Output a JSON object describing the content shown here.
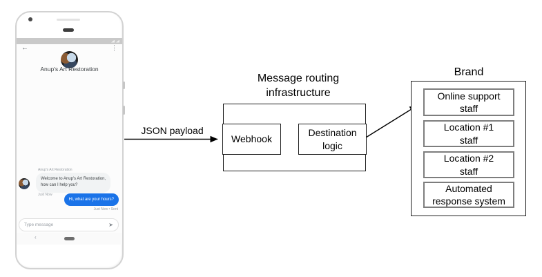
{
  "phone": {
    "chat": {
      "back_icon": "←",
      "menu_icon": "⋮",
      "title": "Anup's Art Restoration",
      "sender_label": "Anup's Art Restoration",
      "incoming_message": "Welcome to Anup's Art Restoration,\nhow can I help you?",
      "incoming_timestamp": "Just Now",
      "outgoing_message": "Hi, what are your hours?",
      "outgoing_status": "Just Now • Sent",
      "input_placeholder": "Type message",
      "send_icon": "➤",
      "nav_back_icon": "‹"
    }
  },
  "diagram": {
    "json_payload_label": "JSON payload",
    "routing": {
      "title": "Message routing\ninfrastructure",
      "webhook_label": "Webhook",
      "destination_label": "Destination\nlogic"
    },
    "brand": {
      "title": "Brand",
      "items": [
        "Online support\nstaff",
        "Location #1\nstaff",
        "Location #2\nstaff",
        "Automated\nresponse system"
      ]
    }
  },
  "colors": {
    "outgoing_bubble_blue": "#1a73e8",
    "incoming_bubble_gray": "#f1f3f4",
    "status_bar_gray": "#c9c9c9",
    "diagram_line_black": "#000000",
    "brand_item_border_gray": "#7d7d7d"
  }
}
